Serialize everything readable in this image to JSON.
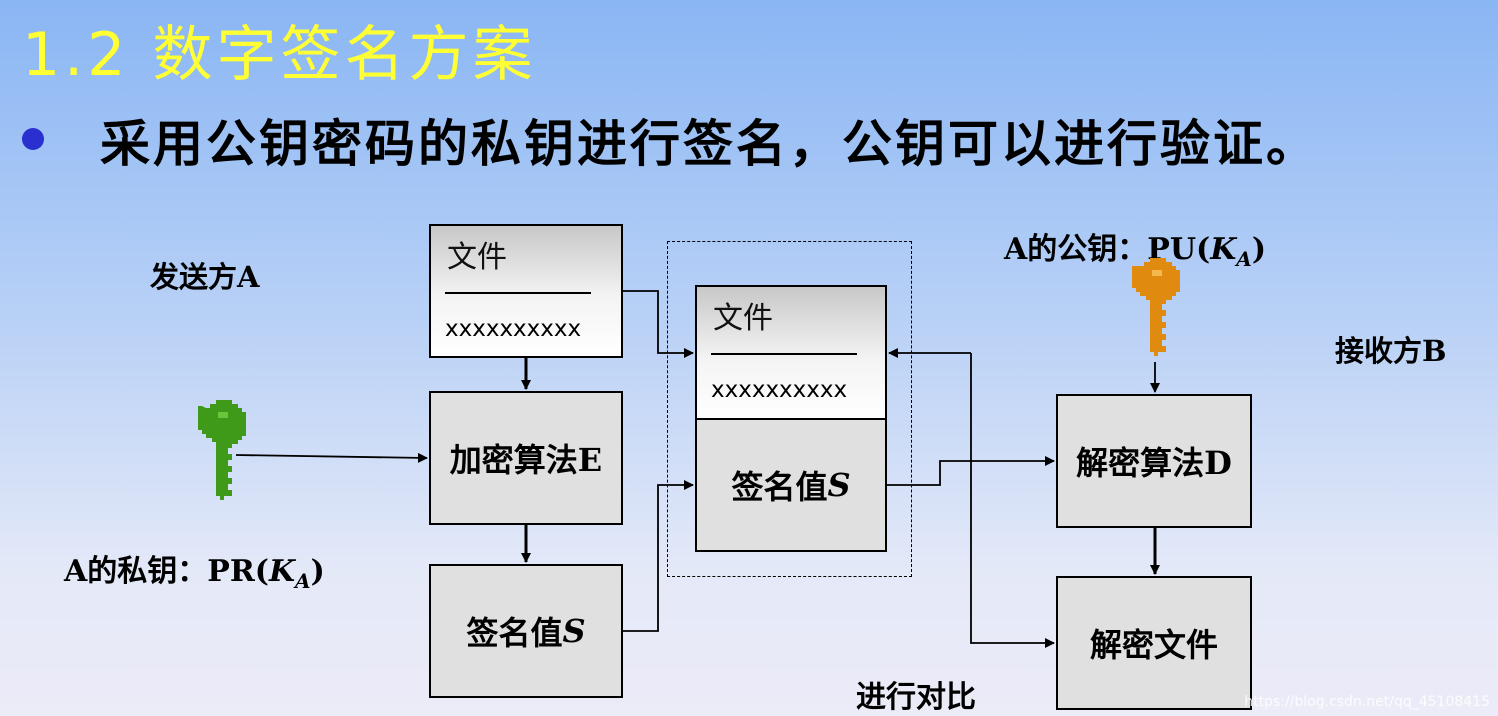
{
  "title": "1.2  数字签名方案",
  "bullet": "采用公钥密码的私钥进行签名，公钥可以进行验证。",
  "sender_label": "发送方A",
  "receiver_label": "接收方B",
  "private_key": {
    "prefix": "A的私钥：PR(",
    "k": "K",
    "sub": "A",
    "suffix": ")"
  },
  "public_key": {
    "prefix": "A的公钥：PU(",
    "k": "K",
    "sub": "A",
    "suffix": ")"
  },
  "doc_left": {
    "title": "文件",
    "line": "——————",
    "content": "xxxxxxxxxx"
  },
  "doc_center": {
    "title": "文件",
    "line": "——————",
    "content": "xxxxxxxxxx"
  },
  "encrypt_box": "加密算法E",
  "signature_left": {
    "text": "签名值",
    "var": "S"
  },
  "signature_center": {
    "text": "签名值",
    "var": "S"
  },
  "decrypt_box": "解密算法D",
  "decrypted_file": "解密文件",
  "compare_label": "进行对比",
  "watermark": "https://blog.csdn.net/qq_45108415",
  "colors": {
    "title": "#ffff33",
    "bullet_dot": "#2a2fd0",
    "private_key": "#3f9a1a",
    "public_key": "#e08a10"
  }
}
